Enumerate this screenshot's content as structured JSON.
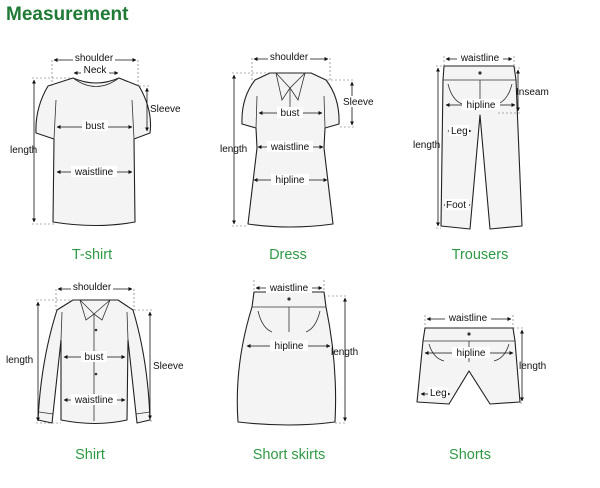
{
  "title": "Measurement",
  "tshirt": {
    "shoulder": "shoulder",
    "neck": "Neck",
    "sleeve": "Sleeve",
    "bust": "bust",
    "length": "length",
    "waistline": "waistline",
    "caption": "T-shirt"
  },
  "dress": {
    "shoulder": "shoulder",
    "sleeve": "Sleeve",
    "bust": "bust",
    "length": "length",
    "waistline": "waistline",
    "hipline": "hipline",
    "caption": "Dress"
  },
  "trousers": {
    "waistline": "waistline",
    "inseam": "Inseam",
    "hipline": "hipline",
    "leg": "Leg",
    "length": "length",
    "foot": "Foot",
    "caption": "Trousers"
  },
  "shirt": {
    "shoulder": "shoulder",
    "length": "length",
    "bust": "bust",
    "sleeve": "Sleeve",
    "waistline": "waistline",
    "caption": "Shirt"
  },
  "skirt": {
    "waistline": "waistline",
    "hipline": "hipline",
    "length": "length",
    "caption": "Short skirts"
  },
  "shorts": {
    "waistline": "waistline",
    "hipline": "hipline",
    "length": "length",
    "leg": "Leg",
    "caption": "Shorts"
  }
}
